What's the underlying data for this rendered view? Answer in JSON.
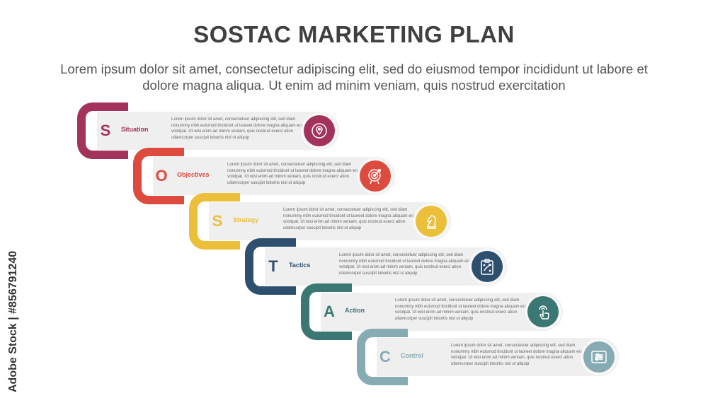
{
  "title": "SOSTAC MARKETING PLAN",
  "subtitle": "Lorem ipsum dolor sit amet, consectetur adipiscing elit, sed do eiusmod tempor incididunt ut labore et dolore magna aliqua. Ut enim ad minim veniam, quis nostrud exercitation",
  "description": "Lorem ipsum dolor sit amet, consectetuer adipiscing elit, sed diam nonummy nibh euismod tincidunt ut laoreet dolore magna aliquam erat volutpat. Ut wisi enim ad minim veniam, quis nostrud exerci ation ullamcorper suscipit lobortis nisl ut aliquip",
  "steps": [
    {
      "letter": "S",
      "label": "Situation",
      "color": "#a3335b",
      "icon": "location-orbit-icon"
    },
    {
      "letter": "O",
      "label": "Objectives",
      "color": "#dd4a3e",
      "icon": "target-icon"
    },
    {
      "letter": "S",
      "label": "Strategy",
      "color": "#ecbf3a",
      "icon": "chess-knight-icon"
    },
    {
      "letter": "T",
      "label": "Tactics",
      "color": "#2f4f6f",
      "icon": "clipboard-tactics-icon"
    },
    {
      "letter": "A",
      "label": "Action",
      "color": "#3c7873",
      "icon": "hand-tap-icon"
    },
    {
      "letter": "C",
      "label": "Control",
      "color": "#87abb2",
      "icon": "control-sliders-icon"
    }
  ],
  "watermark": "Adobe Stock | #856791240"
}
